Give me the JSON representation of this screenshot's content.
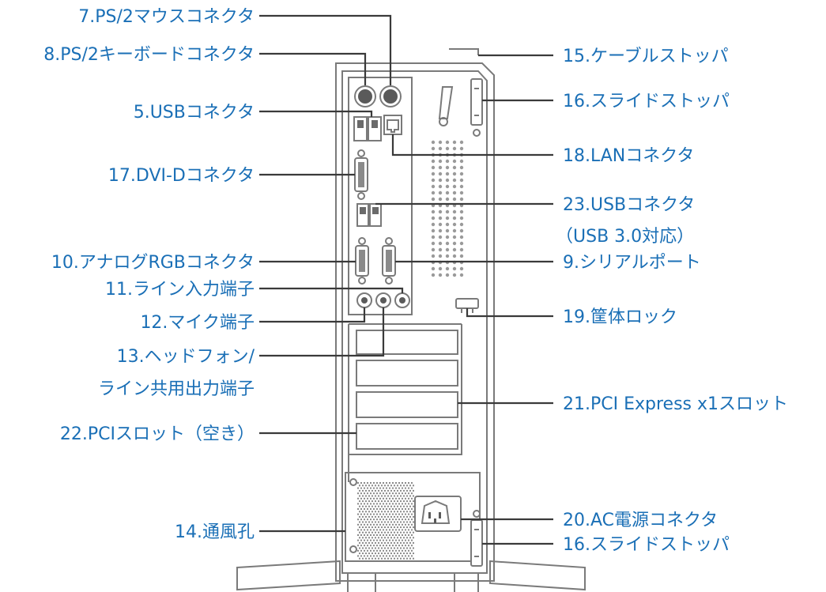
{
  "colors": {
    "label": "#1a6fb6",
    "leader": "#3a3a3a",
    "outline": "#7a7a7a",
    "vent": "#8a8a8a"
  },
  "labels": {
    "ps2_mouse": "7.PS/2マウスコネクタ",
    "ps2_keyboard": "8.PS/2キーボードコネクタ",
    "usb_5": "5.USBコネクタ",
    "dvi_d": "17.DVI-Dコネクタ",
    "analog_rgb": "10.アナログRGBコネクタ",
    "line_in": "11.ライン入力端子",
    "mic": "12.マイク端子",
    "headphone_line1": "13.ヘッドフォン/",
    "headphone_line2": "ライン共用出力端子",
    "pci_slot_empty": "22.PCIスロット（空き）",
    "vent": "14.通風孔",
    "cable_stopper": "15.ケーブルストッパ",
    "slide_stopper_top": "16.スライドストッパ",
    "lan": "18.LANコネクタ",
    "usb3_line1": "23.USBコネクタ",
    "usb3_line2": "（USB 3.0対応）",
    "serial": "9.シリアルポート",
    "case_lock": "19.筐体ロック",
    "pcie_x1": "21.PCI Express x1スロット",
    "ac_power": "20.AC電源コネクタ",
    "slide_stopper_bottom": "16.スライドストッパ"
  }
}
